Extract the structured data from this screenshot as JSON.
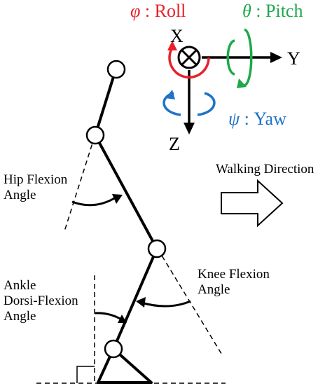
{
  "axes": {
    "x_label": "X",
    "y_label": "Y",
    "z_label": "Z",
    "roll": {
      "symbol": "φ",
      "text": " : Roll",
      "color": "#e8202a"
    },
    "pitch": {
      "symbol": "θ",
      "text": " : Pitch",
      "color": "#1ea84a"
    },
    "yaw": {
      "symbol": "ψ",
      "text": " : Yaw",
      "color": "#1f73c8"
    }
  },
  "angles": {
    "hip": [
      "Hip Flexion",
      "Angle"
    ],
    "knee": [
      "Knee Flexion",
      "Angle"
    ],
    "ankle": [
      "Ankle",
      "Dorsi-Flexion",
      "Angle"
    ]
  },
  "walking_direction": "Walking Direction"
}
